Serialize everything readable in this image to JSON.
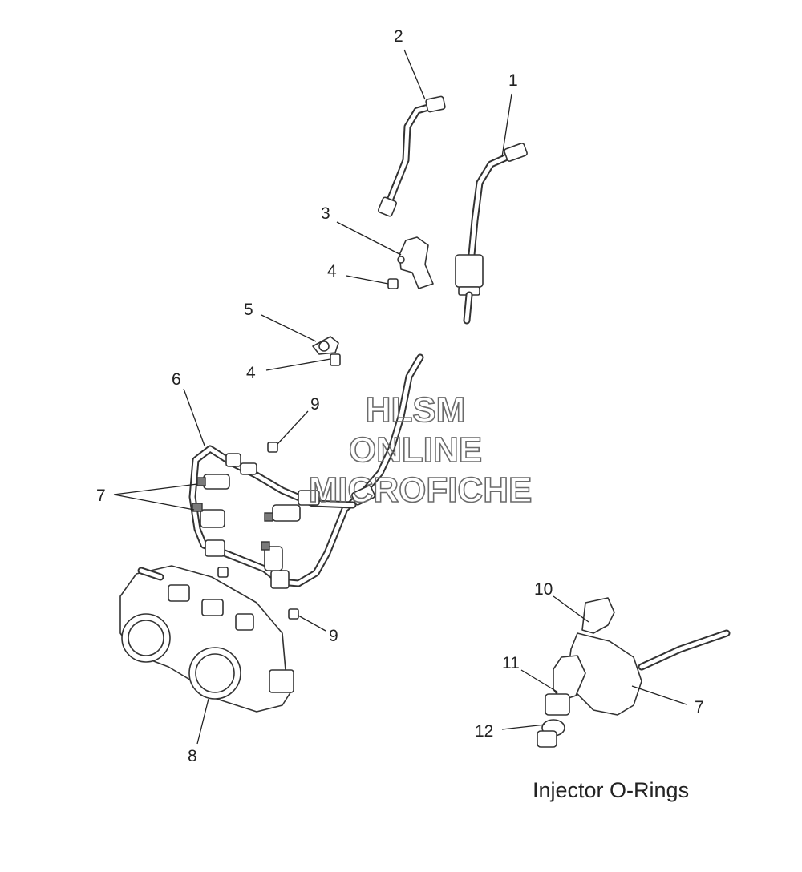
{
  "watermark": {
    "line1": "HLSM",
    "line2": "ONLINE",
    "line3": "MICROFICHE"
  },
  "caption": "Injector O-Rings",
  "callouts": {
    "c1": "1",
    "c2": "2",
    "c3": "3",
    "c4a": "4",
    "c4b": "4",
    "c5": "5",
    "c6": "6",
    "c7a": "7",
    "c7b": "7",
    "c8": "8",
    "c9a": "9",
    "c9b": "9",
    "c10": "10",
    "c11": "11",
    "c12": "12"
  }
}
